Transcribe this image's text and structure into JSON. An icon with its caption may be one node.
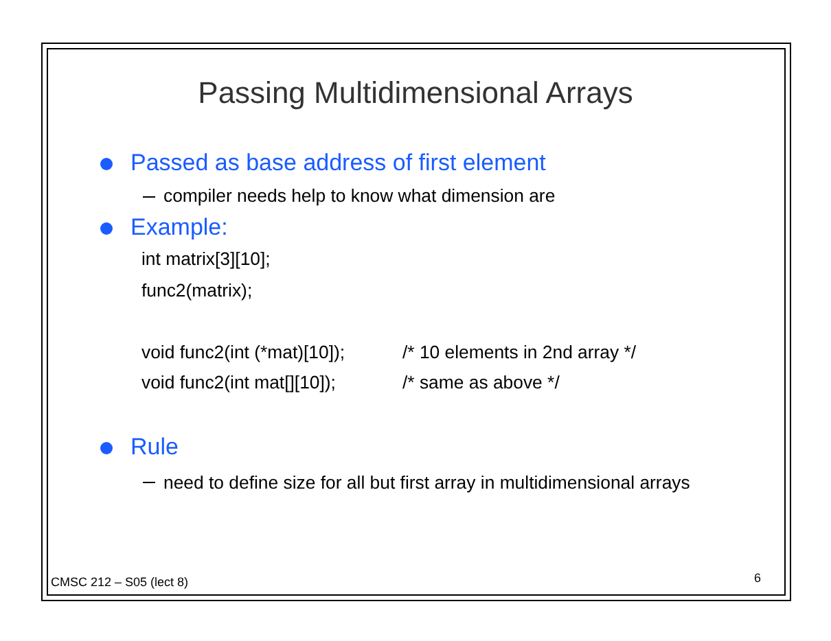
{
  "diagram": {
    "title": "Passing Multidimensional Arrays",
    "labels": [
      "Passed as base address of first element",
      "compiler needs help to know what dimension are",
      "Example:",
      "int matrix[3][10];",
      "func2(matrix);",
      "void func2(int (*mat)[10]);",
      "/* 10 elements in 2nd array */",
      "void func2(int mat[][10]);",
      "/* same as above */",
      "Rule",
      "need to define size for all but first array in multidimensional arrays",
      "CMSC 212 – S05 (lect 8)",
      "6"
    ]
  }
}
